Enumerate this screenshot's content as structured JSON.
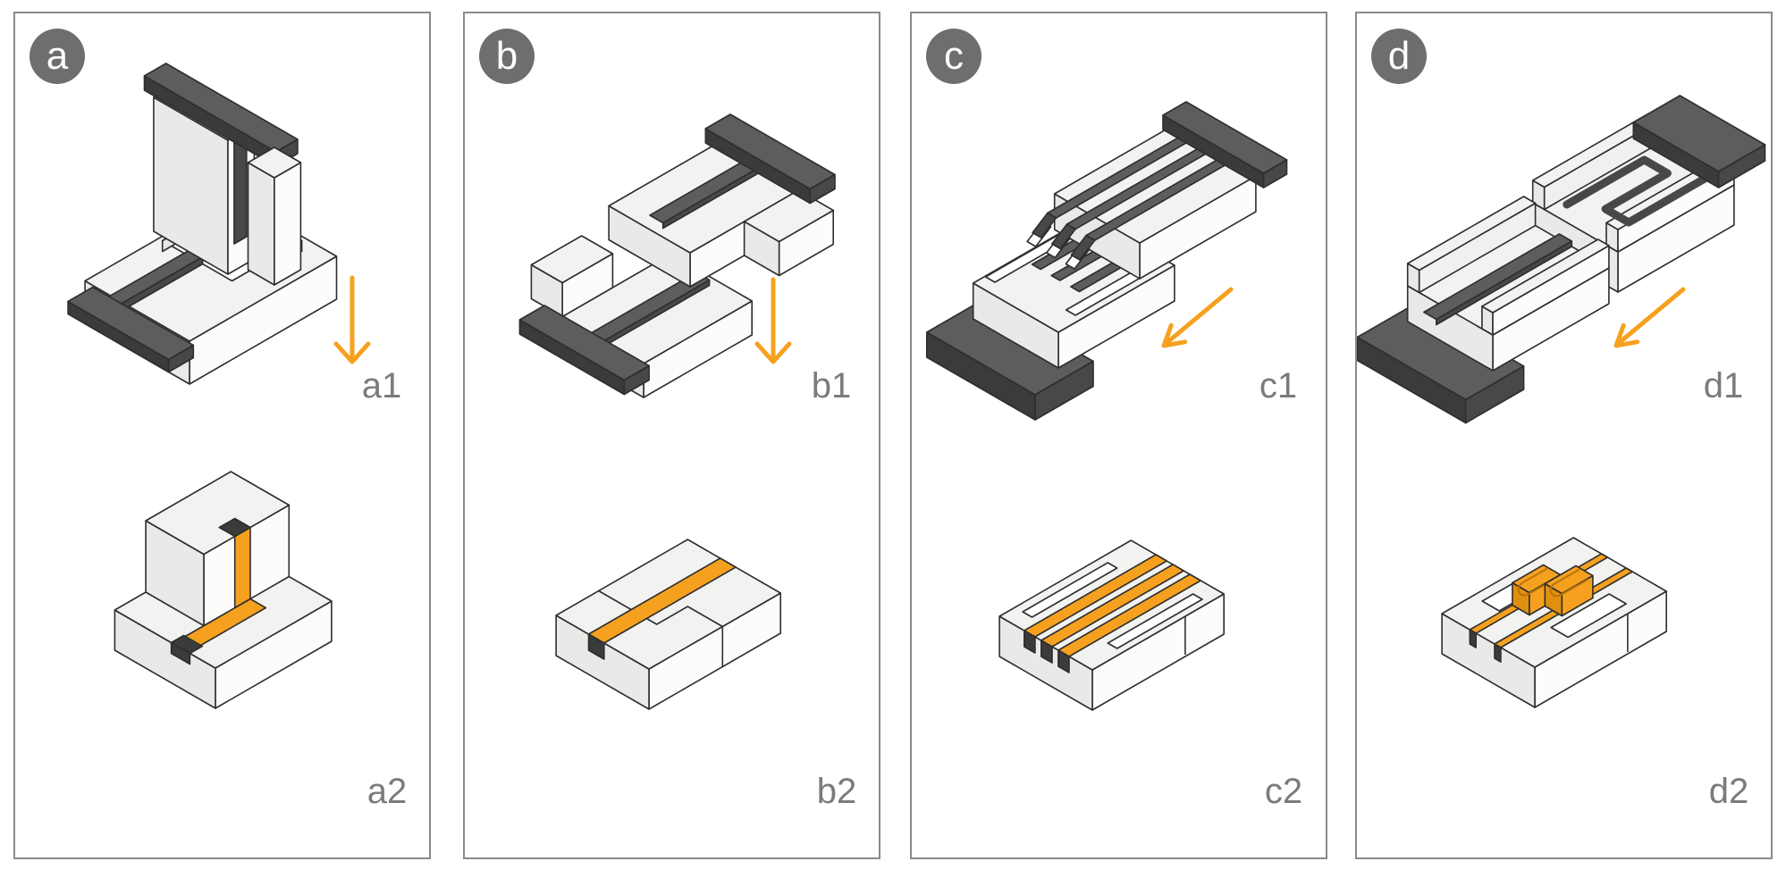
{
  "colors": {
    "accent": "#F5A11F",
    "accent_deep": "#E0900E",
    "dark_top": "#5d5d5d",
    "dark_front": "#484848",
    "dark_side": "#3b3b3b",
    "face_top": "#f2f2f0",
    "face_right": "#fcfcfb",
    "face_left": "#e9e9e7",
    "panel_border": "#8a8a8a",
    "badge_bg": "#706d6d",
    "label_text": "#7b7b7b",
    "outline": "#2e2e2e"
  },
  "panels": [
    {
      "letter": "a",
      "fig1_label": "a1",
      "fig2_label": "a2",
      "arrow_direction": "down"
    },
    {
      "letter": "b",
      "fig1_label": "b1",
      "fig2_label": "b2",
      "arrow_direction": "down"
    },
    {
      "letter": "c",
      "fig1_label": "c1",
      "fig2_label": "c2",
      "arrow_direction": "down-left"
    },
    {
      "letter": "d",
      "fig1_label": "d1",
      "fig2_label": "d2",
      "arrow_direction": "down-left"
    }
  ]
}
